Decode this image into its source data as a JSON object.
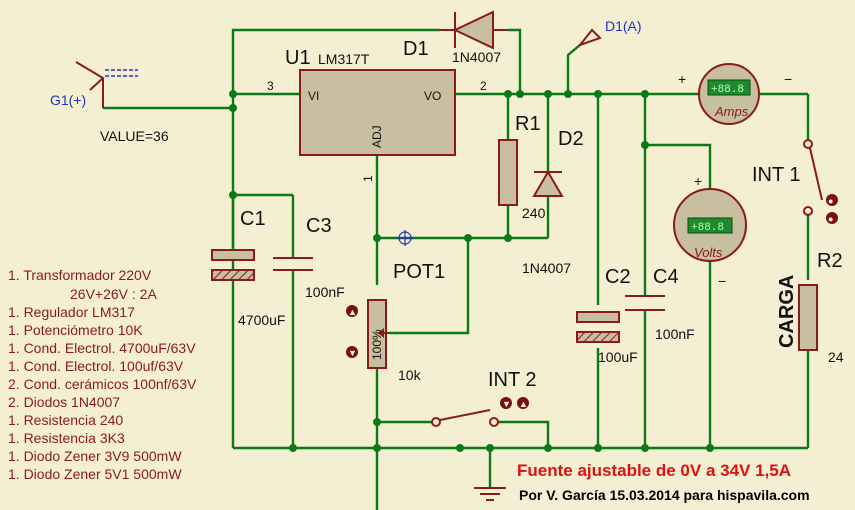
{
  "components": {
    "u1": {
      "ref": "U1",
      "part": "LM317T",
      "pin_vi": "VI",
      "pin_vo": "VO",
      "pin_adj": "ADJ",
      "pin_num_in": "3",
      "pin_num_out": "2",
      "pin_num_adj": "1"
    },
    "d1": {
      "ref": "D1",
      "part": "1N4007"
    },
    "d2": {
      "ref": "D2",
      "part": "1N4007"
    },
    "r1": {
      "ref": "R1",
      "value": "240"
    },
    "r2": {
      "ref": "R2",
      "value": "24",
      "label": "CARGA"
    },
    "c1": {
      "ref": "C1",
      "value": "4700uF"
    },
    "c2": {
      "ref": "C2",
      "value": "100uF"
    },
    "c3": {
      "ref": "C3",
      "value": "100nF"
    },
    "c4": {
      "ref": "C4",
      "value": "100nF"
    },
    "pot1": {
      "ref": "POT1",
      "value": "10k",
      "percent": "100%"
    },
    "int1": {
      "ref": "INT 1"
    },
    "int2": {
      "ref": "INT 2"
    },
    "g1": {
      "ref": "G1(+)",
      "value": "VALUE=36"
    },
    "probe_d1": {
      "ref": "D1(A)"
    },
    "ammeter": {
      "display": "+88.8",
      "unit": "Amps",
      "plus": "+",
      "minus": "−"
    },
    "voltmeter": {
      "display": "+88.8",
      "unit": "Volts",
      "plus": "+",
      "minus": "−"
    }
  },
  "bom": [
    "1. Transformador 220V",
    "26V+26V : 2A",
    "1. Regulador LM317",
    "1. Potenciómetro 10K",
    "1. Cond. Electrol. 4700uF/63V",
    "1. Cond. Electrol.  100uf/63V",
    "2. Cond. cerámicos 100nf/63V",
    "2. Diodos 1N4007",
    "1. Resistencia 240",
    "1. Resistencia 3K3",
    "1. Diodo Zener 3V9 500mW",
    "1. Diodo Zener 5V1 500mW"
  ],
  "title": "Fuente ajustable de 0V a 34V 1,5A",
  "credit": "Por V. García 15.03.2014 para hispavila.com",
  "colors": {
    "wire": "#0b7a16",
    "component": "#8b1a1a",
    "background": "#f4efd2",
    "title": "#dd1111",
    "label_blue": "#2233bb"
  }
}
